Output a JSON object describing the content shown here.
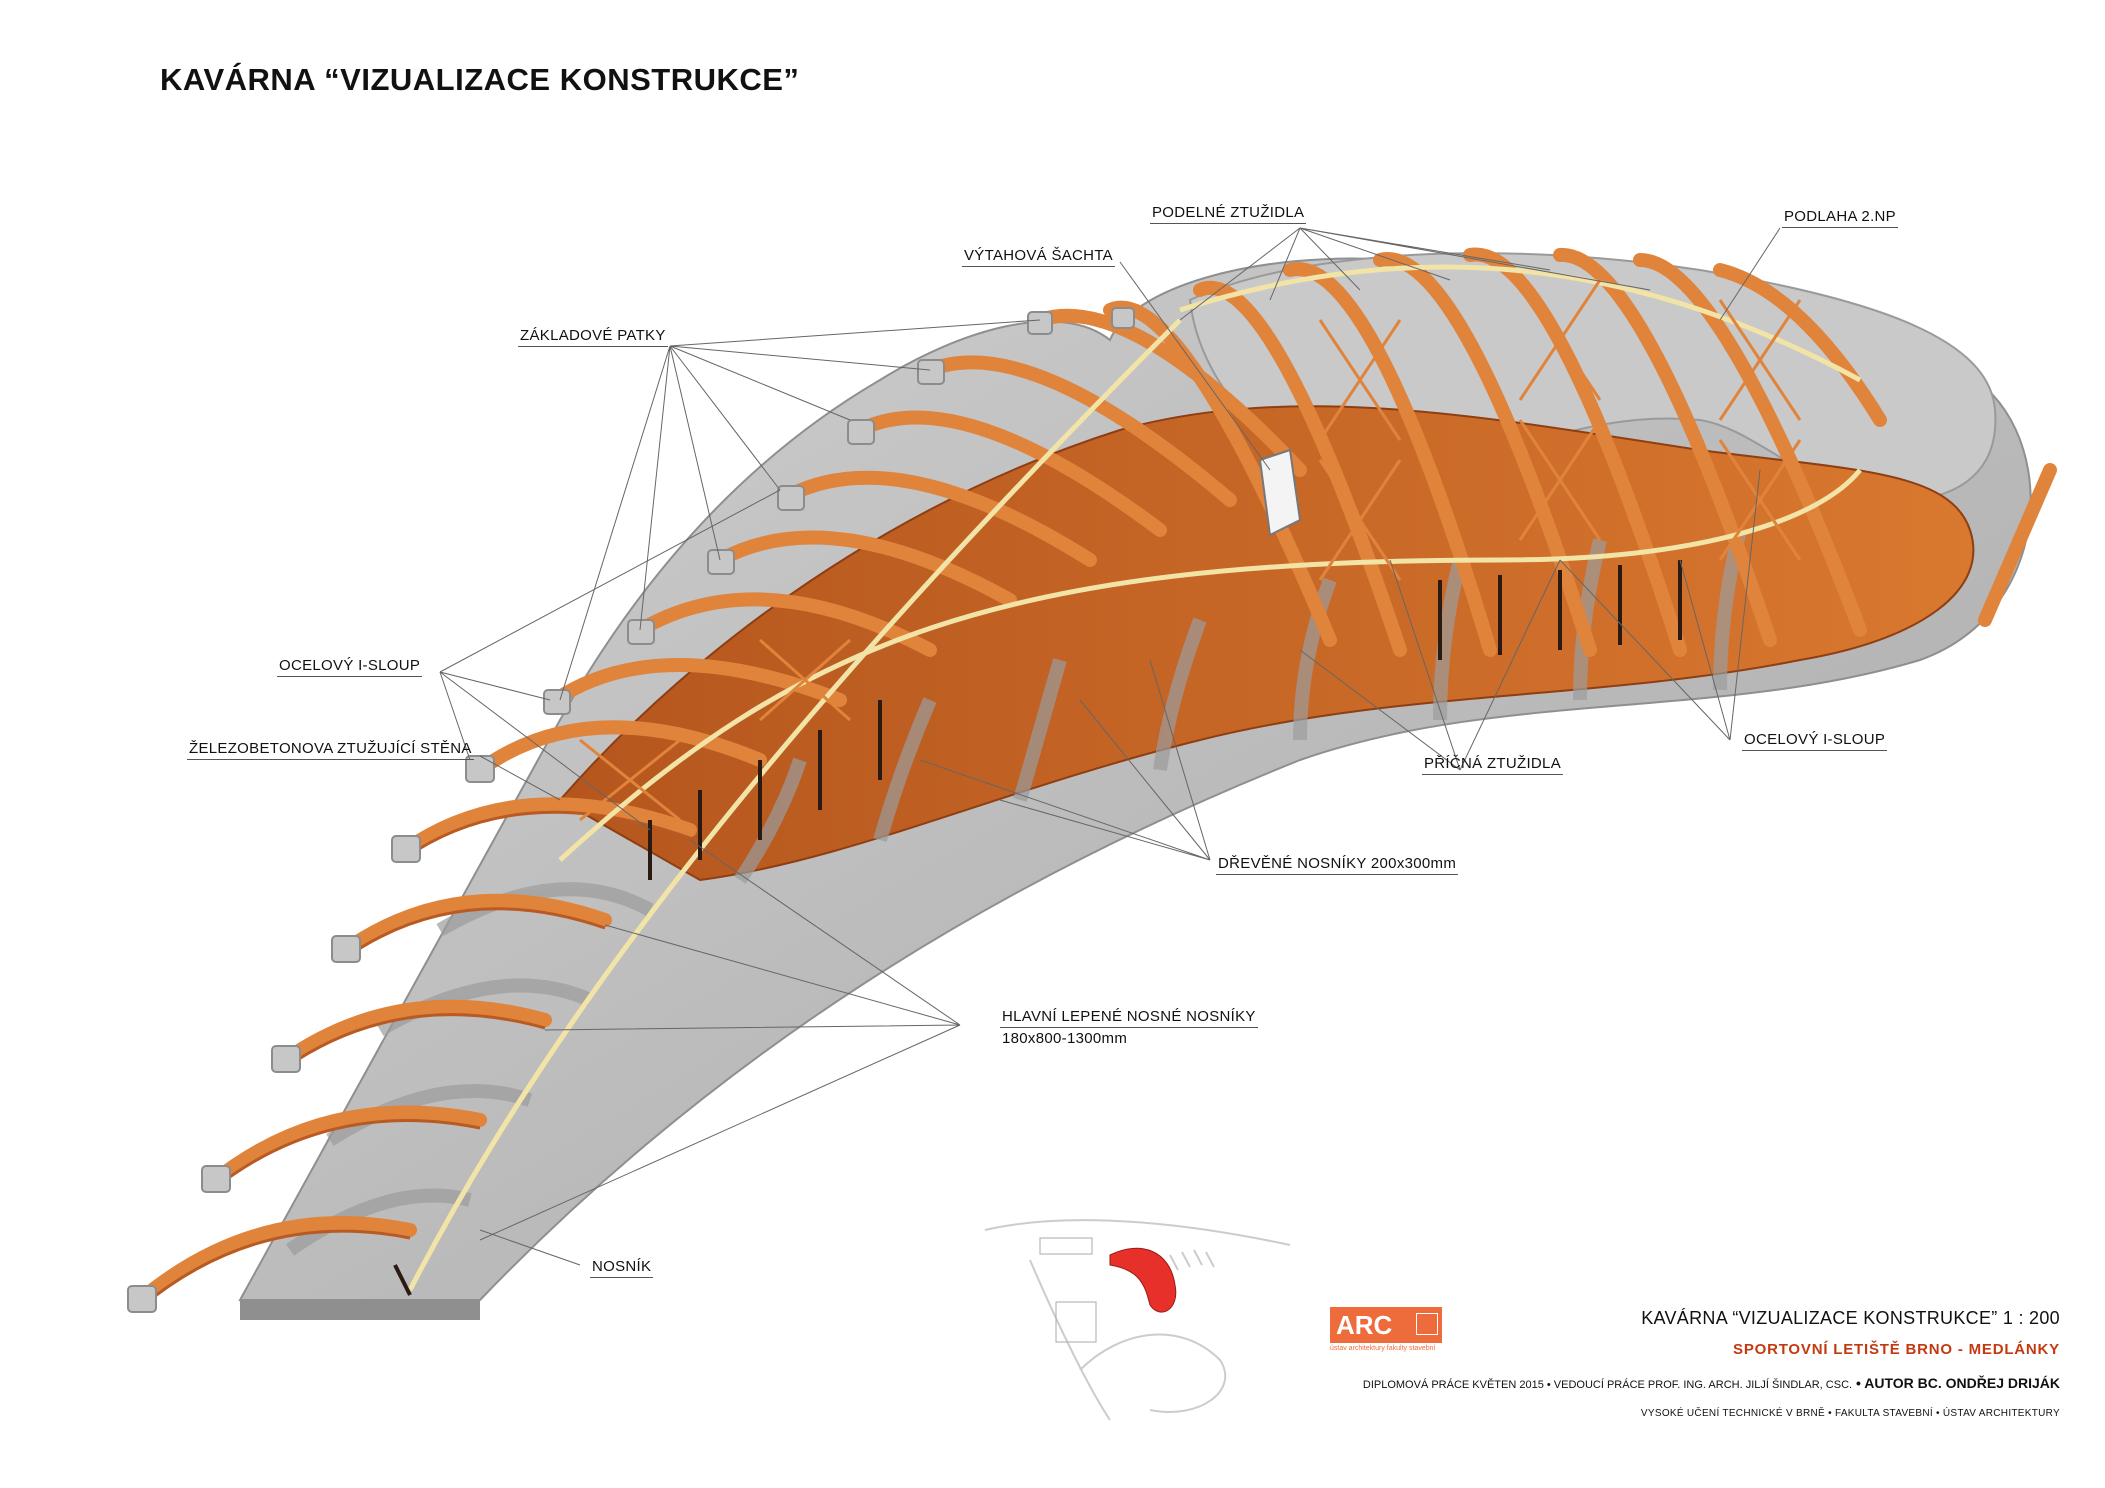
{
  "title": "KAVÁRNA “VIZUALIZACE KONSTRUKCE”",
  "labels": {
    "podelne_ztuzidla": "PODELNÉ ZTUŽIDLA",
    "podlaha_2np": "PODLAHA 2.NP",
    "vytahova_sachta": "VÝTAHOVÁ ŠACHTA",
    "zakladove_patky": "ZÁKLADOVÉ PATKY",
    "ocelovy_sloup_left": "OCELOVÝ I-SLOUP",
    "zelezobetonova_stena": "ŽELEZOBETONOVA ZTUŽUJÍCÍ STĚNA",
    "pricna_ztuzidla": "PŘÍČNÁ ZTUŽIDLA",
    "ocelovy_sloup_right": "OCELOVÝ I-SLOUP",
    "drevene_nosniky": "DŘEVĚNÉ NOSNÍKY 200x300mm",
    "hlavni_nosniky": "HLAVNÍ LEPENÉ NOSNÉ NOSNÍKY",
    "hlavni_nosniky_size": "180x800-1300mm",
    "nosnik": "NOSNÍK"
  },
  "logo": {
    "text": "ARC",
    "subtitle": "ústav architektury fakulty stavební",
    "color": "#ee6b3c"
  },
  "title_block": {
    "line1": "KAVÁRNA “VIZUALIZACE KONSTRUKCE”   1 : 200",
    "line2": "SPORTOVNÍ LETIŠTĚ BRNO - MEDLÁNKY",
    "line3_prefix": "DIPLOMOVÁ PRÁCE KVĚTEN 2015 • VEDOUCÍ PRÁCE  PROF. ING. ARCH. JILJÍ ŠINDLAR, CSC.",
    "line3_author": " • AUTOR  BC. ONDŘEJ DRIJÁK",
    "line4": "VYSOKÉ UČENÍ TECHNICKÉ V BRNĚ  •  FAKULTA STAVEBNÍ  •  ÚSTAV ARCHITEKTURY"
  },
  "colors": {
    "timber": "#e0843c",
    "timber_dark": "#b85a22",
    "concrete": "#b7b7b7",
    "concrete_dark": "#8f8f8f",
    "site_highlight": "#e8302a"
  }
}
